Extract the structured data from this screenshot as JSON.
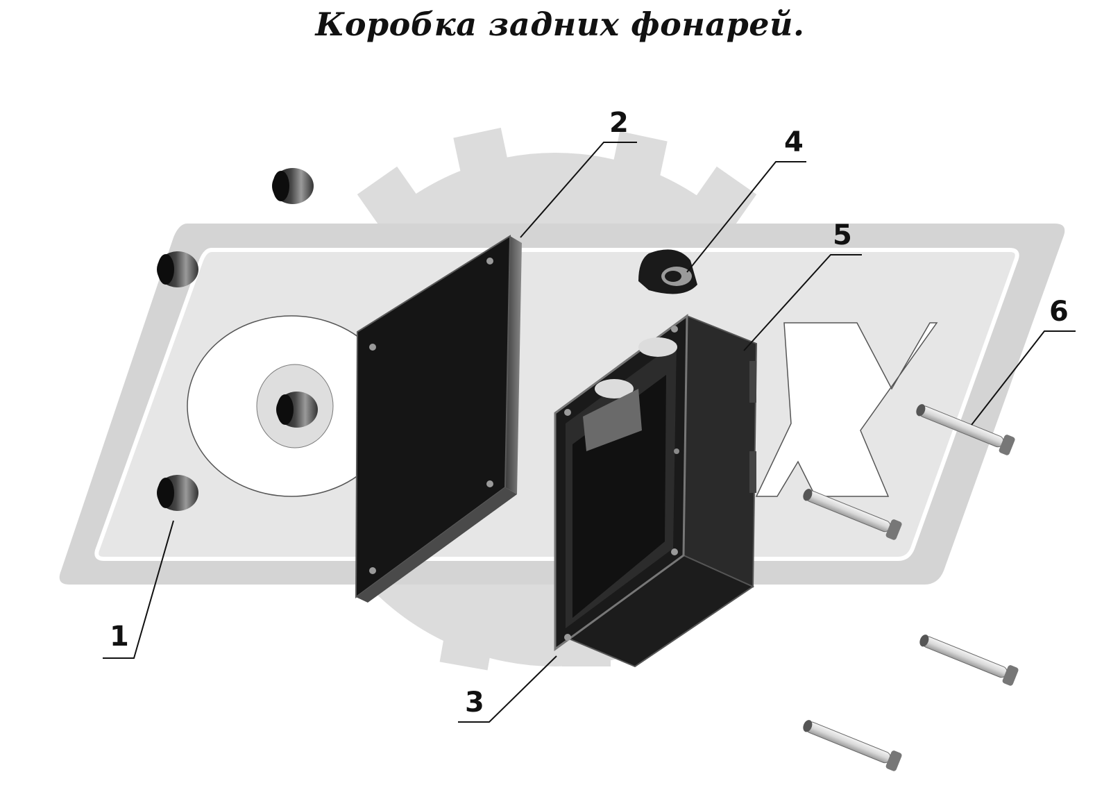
{
  "title": "Коробка задних фонарей.",
  "watermark": {
    "letters": "ОЙХ",
    "colors": {
      "light": "#e4e4e4",
      "mid": "#d2d2d2",
      "gear": "#dcdcdc"
    }
  },
  "callouts": [
    {
      "id": "1",
      "label": "1"
    },
    {
      "id": "2",
      "label": "2"
    },
    {
      "id": "3",
      "label": "3"
    },
    {
      "id": "4",
      "label": "4"
    },
    {
      "id": "5",
      "label": "5"
    },
    {
      "id": "6",
      "label": "6"
    }
  ],
  "colors": {
    "part_dark": "#151515",
    "part_edge": "#6e6e6e",
    "part_light": "#cfcfcf",
    "line": "#111111"
  }
}
